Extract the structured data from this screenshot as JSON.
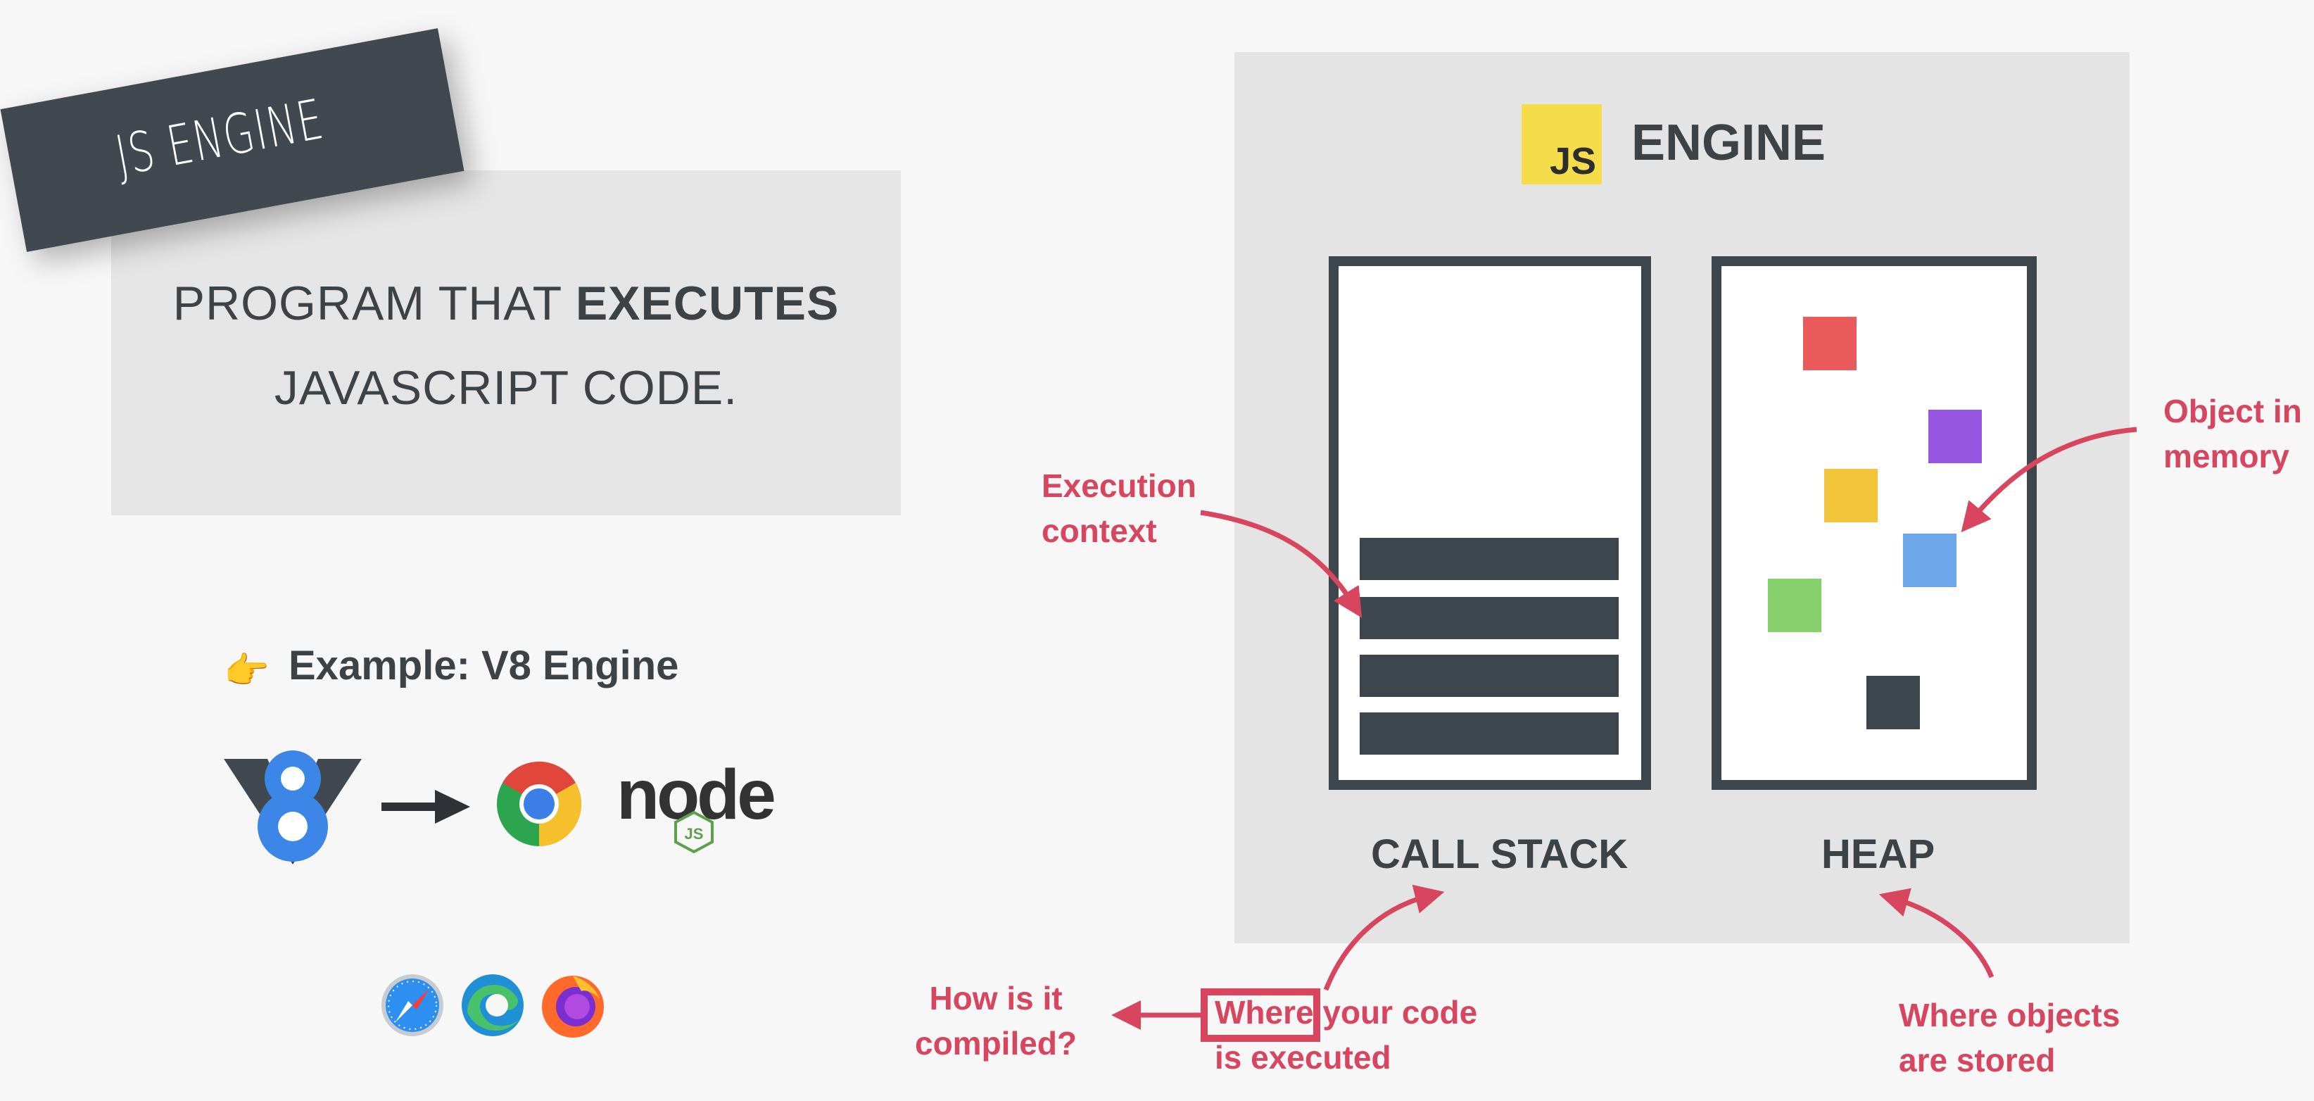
{
  "title_tag": "JS ENGINE",
  "definition": {
    "line1_prefix": "PROGRAM THAT ",
    "line1_bold": "EXECUTES",
    "line2": "JAVASCRIPT CODE."
  },
  "example": {
    "icon": "pointing-hand-icon",
    "label": "Example: V8 Engine",
    "node_text": "node",
    "node_badge": "JS"
  },
  "engine": {
    "badge": "JS",
    "title": "ENGINE",
    "call_stack_label": "CALL STACK",
    "heap_label": "HEAP"
  },
  "annotations": {
    "execution_context": [
      "Execution",
      "context"
    ],
    "object_in_memory": [
      "Object in",
      "memory"
    ],
    "how_compiled": [
      "How is it",
      "compiled?"
    ],
    "where_code_executed": [
      "Where your code",
      "is executed"
    ],
    "where_objects_stored": [
      "Where objects",
      "are stored"
    ]
  },
  "colors": {
    "accent": "#d7465e",
    "dark": "#3d464d",
    "js_yellow": "#f5dc4a",
    "heap_objects": [
      "#eb5a5a",
      "#9656e0",
      "#f2c43a",
      "#6ea6ea",
      "#88d06c",
      "#3d464d"
    ]
  }
}
